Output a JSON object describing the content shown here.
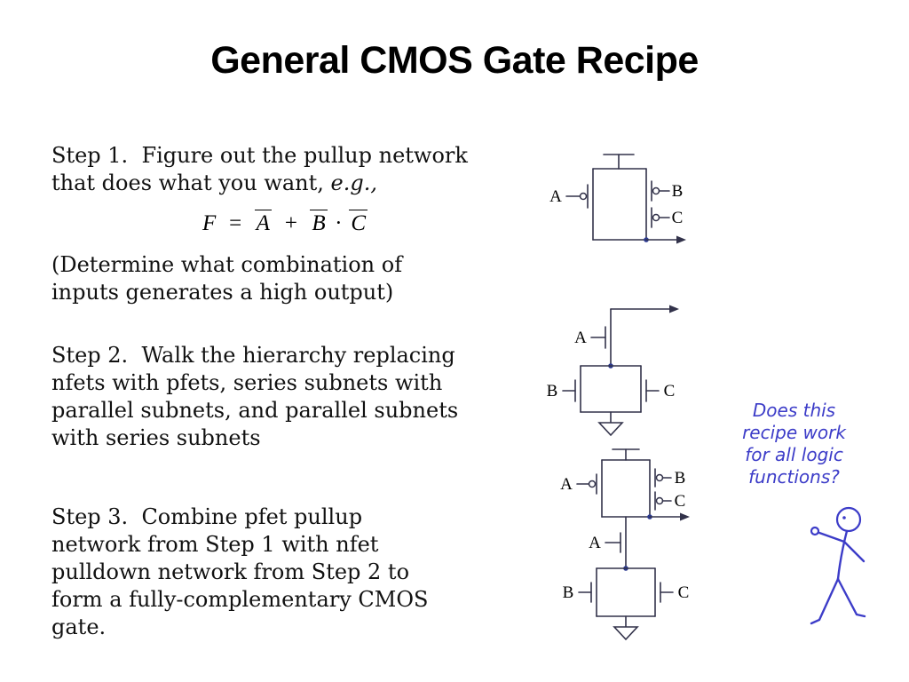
{
  "slide": {
    "title": "General CMOS Gate Recipe",
    "background_color": "#ffffff",
    "accent_blue": "#3c3cc8"
  },
  "step1": {
    "line1": "Step 1.  Figure out the pullup network",
    "line2": "that does what you want, ",
    "eg": "e.g.,",
    "note_line1": "(Determine what combination of",
    "note_line2": "inputs generates a high output)"
  },
  "formula": {
    "lhs": "F",
    "equals": "=",
    "term_a": "A",
    "plus": "+",
    "term_b": "B",
    "dot": "·",
    "term_c": "C"
  },
  "step2": {
    "line1": "Step 2.  Walk the hierarchy replacing",
    "line2": "nfets with pfets, series subnets with",
    "line3": "parallel subnets, and parallel subnets",
    "line4": "with series subnets"
  },
  "step3": {
    "line1": "Step 3.  Combine pfet pullup",
    "line2": "network from Step 1 with nfet",
    "line3": "pulldown network from Step 2 to",
    "line4": "form a fully-complementary CMOS",
    "line5": "gate."
  },
  "circuits": {
    "pullup": {
      "a": "A",
      "b": "B",
      "c": "C"
    },
    "pulldown": {
      "a": "A",
      "b": "B",
      "c": "C"
    },
    "full": {
      "pu_a": "A",
      "pu_b": "B",
      "pu_c": "C",
      "pd_a": "A",
      "pd_b": "B",
      "pd_c": "C"
    }
  },
  "annotation": {
    "line1": "Does this",
    "line2": "recipe work",
    "line3": "for all logic",
    "line4": "functions?"
  }
}
